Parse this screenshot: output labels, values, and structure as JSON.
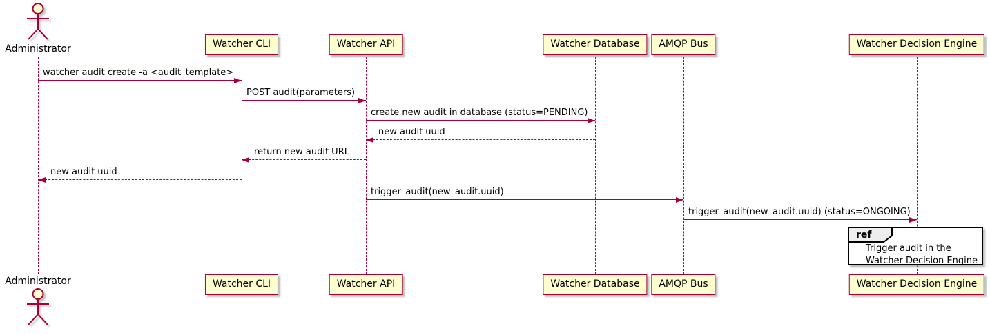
{
  "diagram": {
    "type": "uml-sequence",
    "actor": {
      "label": "Administrator"
    },
    "participants": [
      {
        "id": "watcher-cli",
        "label": "Watcher CLI"
      },
      {
        "id": "watcher-api",
        "label": "Watcher API"
      },
      {
        "id": "watcher-database",
        "label": "Watcher Database"
      },
      {
        "id": "amqp-bus",
        "label": "AMQP Bus"
      },
      {
        "id": "watcher-decision-engine",
        "label": "Watcher Decision Engine"
      }
    ],
    "messages": [
      {
        "from": "Administrator",
        "to": "Watcher CLI",
        "style": "solid",
        "label": "watcher audit create -a <audit_template>"
      },
      {
        "from": "Watcher CLI",
        "to": "Watcher API",
        "style": "solid",
        "label": "POST audit(parameters)"
      },
      {
        "from": "Watcher API",
        "to": "Watcher Database",
        "style": "solid",
        "label": "create new audit in database (status=PENDING)"
      },
      {
        "from": "Watcher Database",
        "to": "Watcher API",
        "style": "dashed",
        "label": "new audit uuid"
      },
      {
        "from": "Watcher API",
        "to": "Watcher CLI",
        "style": "dashed",
        "label": "return new audit URL"
      },
      {
        "from": "Watcher CLI",
        "to": "Administrator",
        "style": "dashed",
        "label": "new audit uuid"
      },
      {
        "from": "Watcher API",
        "to": "AMQP Bus",
        "style": "solid",
        "label": "trigger_audit(new_audit.uuid)"
      },
      {
        "from": "AMQP Bus",
        "to": "Watcher Decision Engine",
        "style": "solid",
        "label": "trigger_audit(new_audit.uuid) (status=ONGOING)"
      }
    ],
    "ref": {
      "tag": "ref",
      "line1": "Trigger audit in the",
      "line2": "Watcher Decision Engine"
    },
    "colors": {
      "participant_fill": "#FEFECE",
      "line": "#A80036",
      "ref_tab_fill": "#EEEEEE",
      "text": "#000000",
      "background": "#FFFFFF"
    }
  }
}
